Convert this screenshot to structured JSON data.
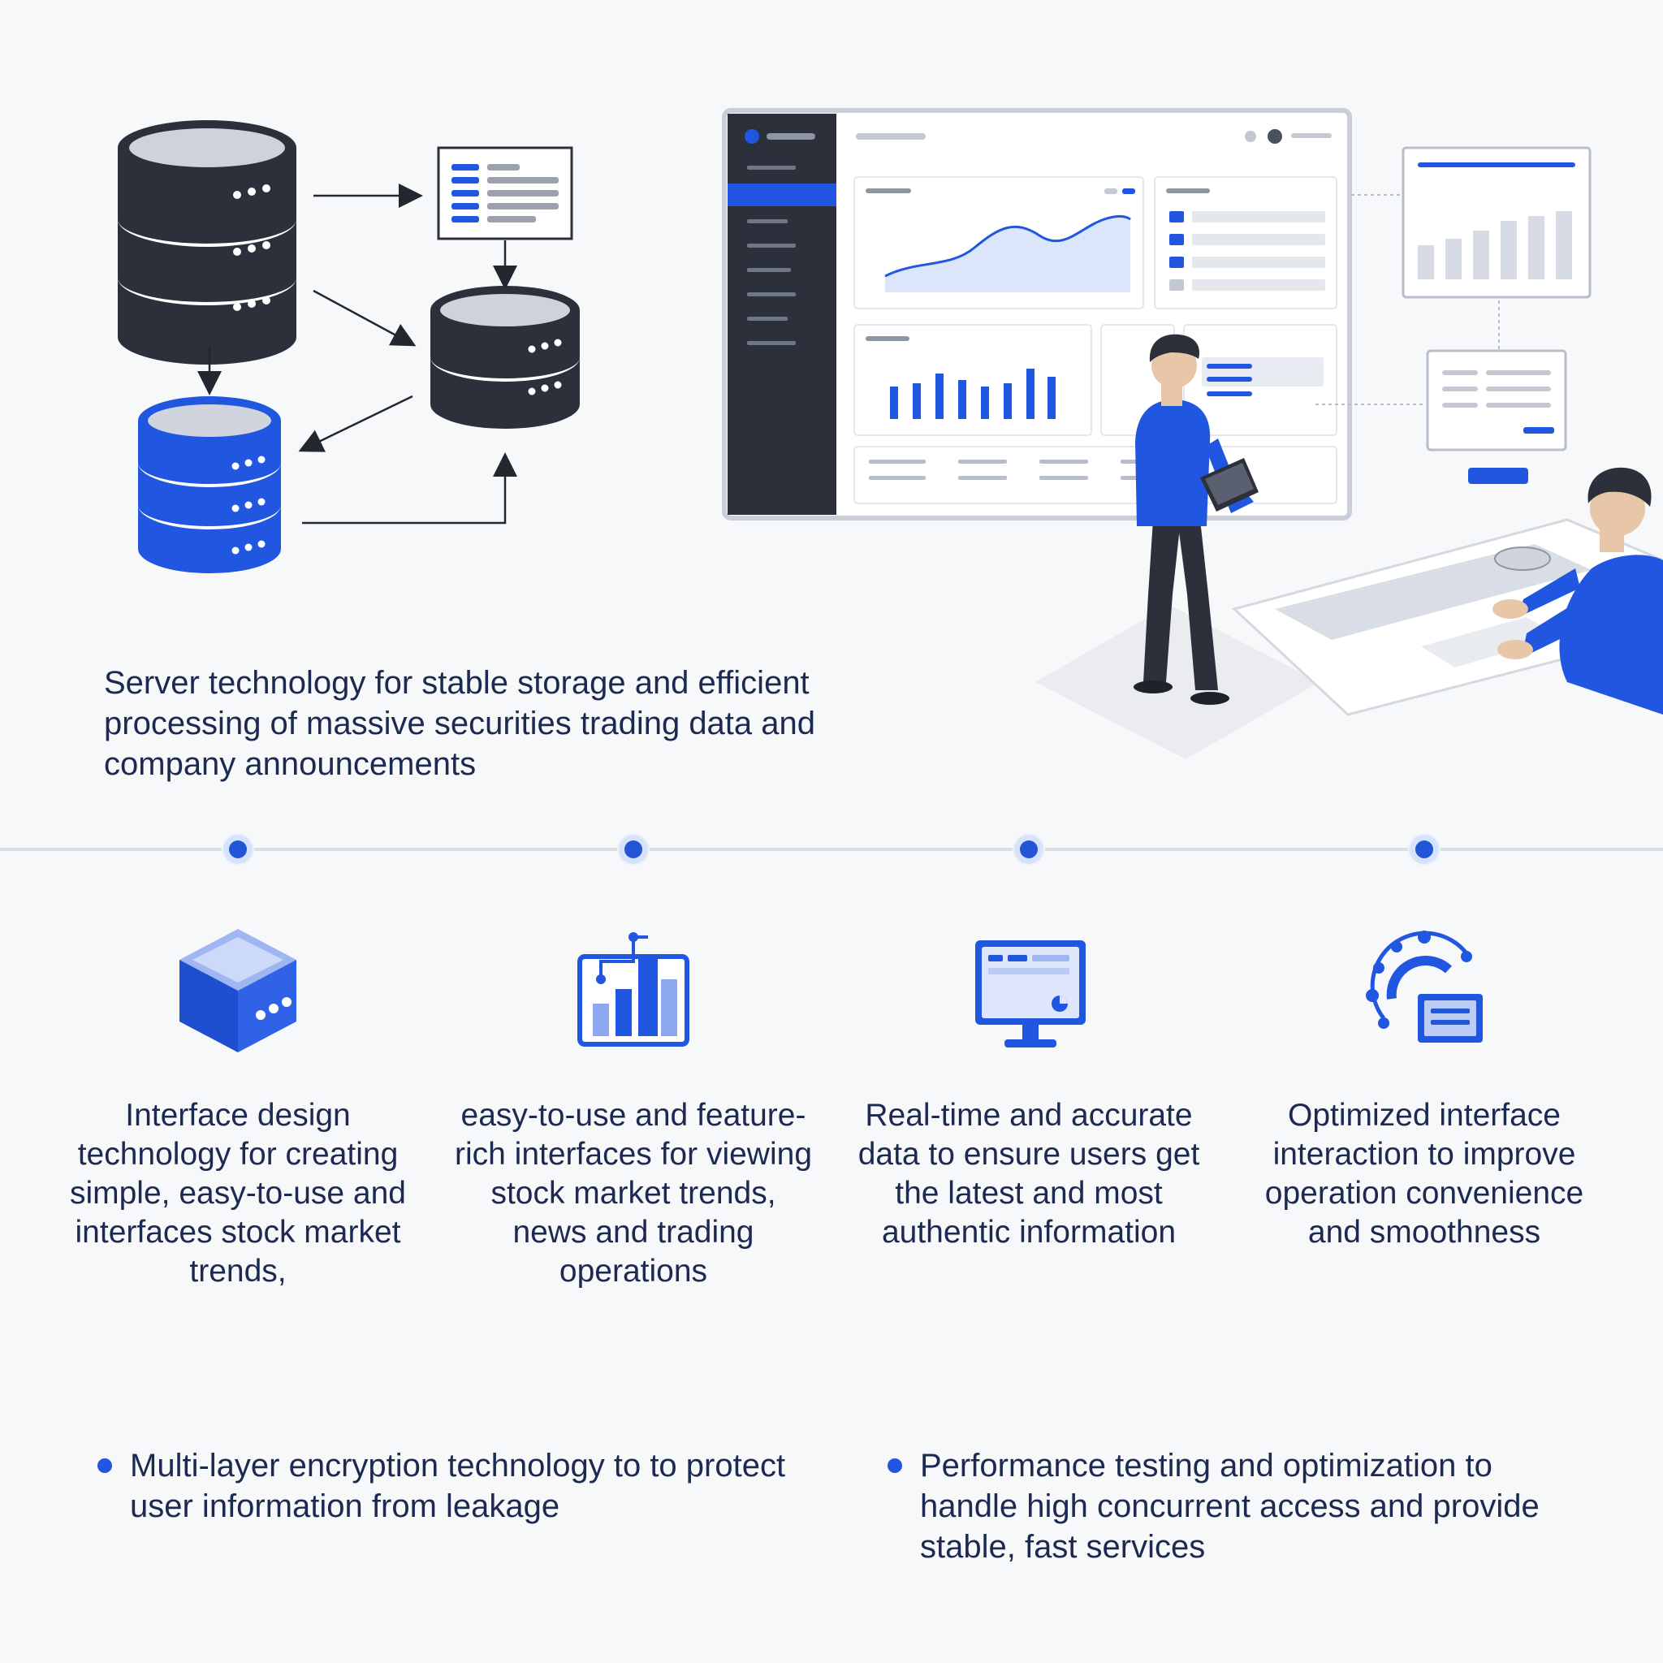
{
  "intro": {
    "text": "Server technology for stable storage and efficient processing of massive securities trading data and company announcements"
  },
  "features": [
    {
      "icon": "server-box-icon",
      "text": "Interface design technology for creating simple, easy-to-use and interfaces stock market trends,"
    },
    {
      "icon": "bar-chart-icon",
      "text": "easy-to-use and feature-rich interfaces for viewing stock market trends, news and trading operations"
    },
    {
      "icon": "monitor-icon",
      "text": "Real-time and accurate data to ensure users get the latest and most authentic information"
    },
    {
      "icon": "refresh-dashboard-icon",
      "text": "Optimized interface interaction to improve operation convenience and smoothness"
    }
  ],
  "bullets": [
    {
      "text": "Multi-layer encryption technology to to protect user information from leakage"
    },
    {
      "text": "Performance testing and optimization to handle high concurrent access and provide stable, fast services"
    }
  ],
  "colors": {
    "accent_blue": "#2156e0",
    "dark_slate": "#2b303a",
    "light_bg": "#f7f8fa",
    "text": "#1c2a52"
  }
}
